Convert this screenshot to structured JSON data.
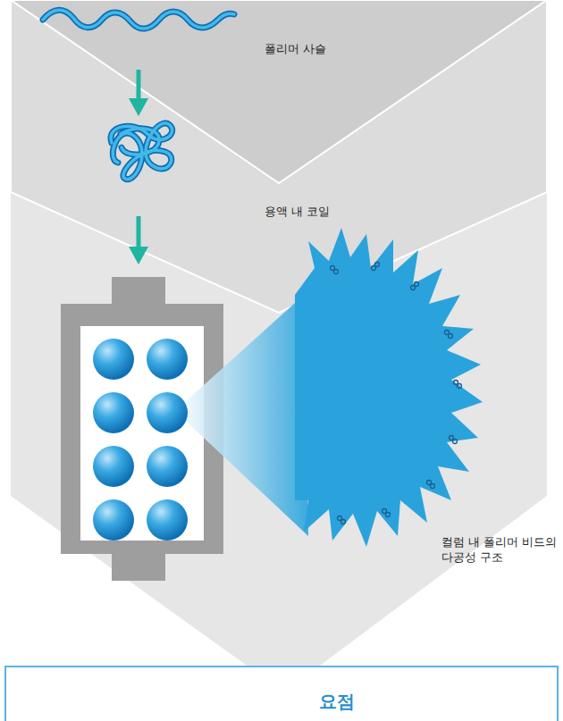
{
  "diagram": {
    "nodes": [
      {
        "text": [
          "요점"
        ]
      }
    ],
    "labels": [
      "폴리머 사슬",
      "용액 내 코일",
      "컬럼 내 폴리머 비드의 다공성 구조"
    ]
  }
}
